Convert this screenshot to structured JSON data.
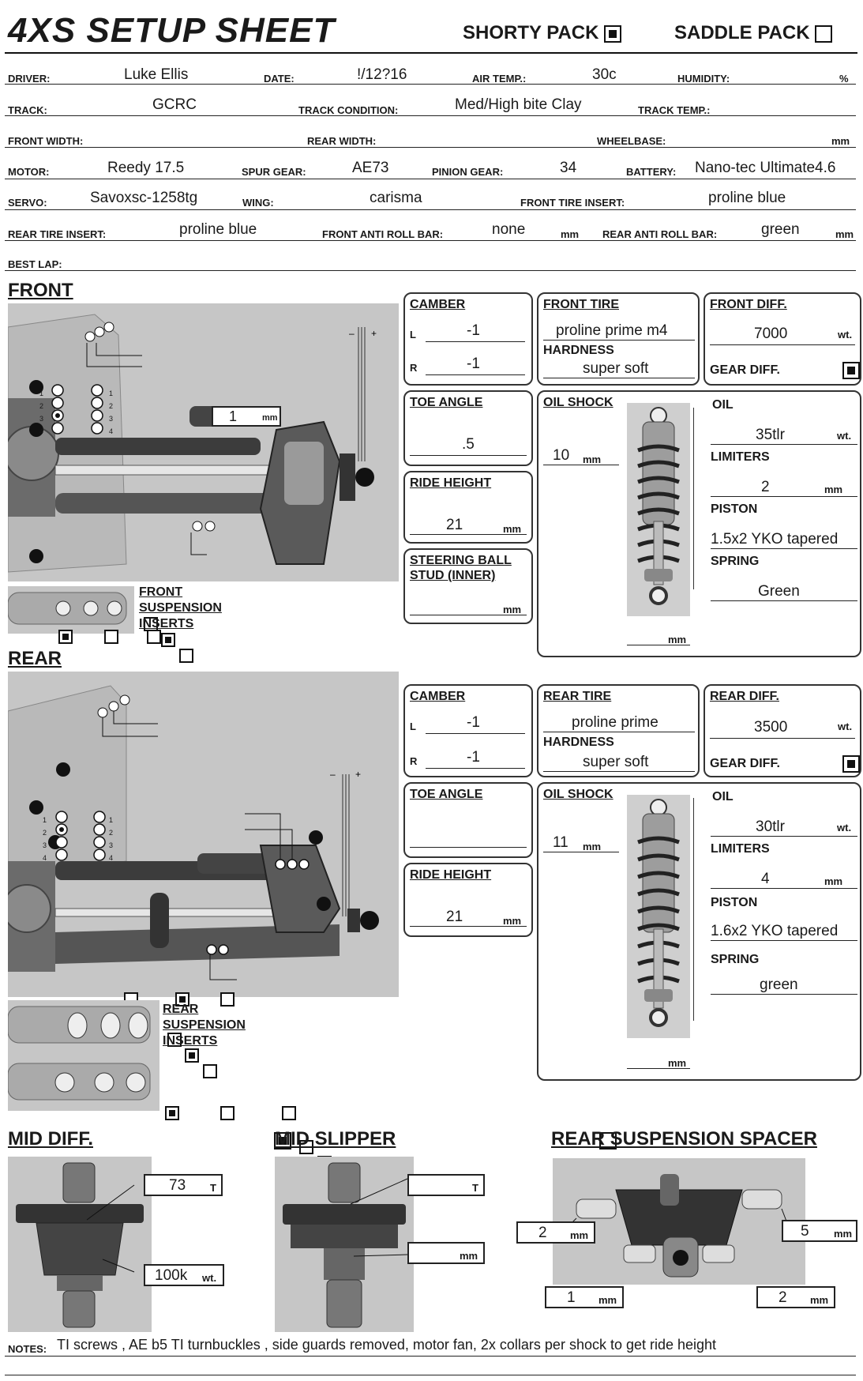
{
  "header": {
    "title": "4XS SETUP SHEET",
    "shorty_pack": {
      "label": "SHORTY PACK",
      "checked": true
    },
    "saddle_pack": {
      "label": "SADDLE PACK",
      "checked": false
    }
  },
  "info": {
    "driver": {
      "label": "DRIVER:",
      "value": "Luke Ellis"
    },
    "date": {
      "label": "DATE:",
      "value": "!/12?16"
    },
    "air_temp": {
      "label": "AIR TEMP.:",
      "value": "30c"
    },
    "humidity": {
      "label": "HUMIDITY:",
      "value": "",
      "unit": "%"
    },
    "track": {
      "label": "TRACK:",
      "value": "GCRC"
    },
    "track_condition": {
      "label": "TRACK CONDITION:",
      "value": "Med/High bite Clay"
    },
    "track_temp": {
      "label": "TRACK TEMP.:",
      "value": ""
    },
    "front_width": {
      "label": "FRONT WIDTH:",
      "value": ""
    },
    "rear_width": {
      "label": "REAR WIDTH:",
      "value": ""
    },
    "wheelbase": {
      "label": "WHEELBASE:",
      "value": "",
      "unit": "mm"
    },
    "motor": {
      "label": "MOTOR:",
      "value": "Reedy 17.5"
    },
    "spur_gear": {
      "label": "SPUR GEAR:",
      "value": "AE73"
    },
    "pinion_gear": {
      "label": "PINION GEAR:",
      "value": "34"
    },
    "battery": {
      "label": "BATTERY:",
      "value": "Nano-tec Ultimate4.6"
    },
    "servo": {
      "label": "SERVO:",
      "value": "Savoxsc-1258tg"
    },
    "wing": {
      "label": "WING:",
      "value": "carisma"
    },
    "front_tire_insert": {
      "label": "FRONT TIRE INSERT:",
      "value": "proline blue"
    },
    "rear_tire_insert": {
      "label": "REAR TIRE INSERT:",
      "value": "proline blue"
    },
    "front_anti_roll_bar": {
      "label": "FRONT ANTI ROLL BAR:",
      "value": "none",
      "unit": "mm"
    },
    "rear_anti_roll_bar": {
      "label": "REAR ANTI ROLL BAR:",
      "value": "green",
      "unit": "mm"
    },
    "best_lap": {
      "label": "BEST LAP:",
      "value": ""
    }
  },
  "front": {
    "section_title": "FRONT",
    "diagram_gap": {
      "value": "1",
      "unit": "mm"
    },
    "ballstud_numbers": [
      "1",
      "2",
      "3",
      "4"
    ],
    "suspension_inserts_label": [
      "FRONT",
      "SUSPENSION",
      "INSERTS"
    ],
    "camber": {
      "title": "CAMBER",
      "l_label": "L",
      "l_value": "-1",
      "r_label": "R",
      "r_value": "-1"
    },
    "tire": {
      "title": "FRONT TIRE",
      "value": "proline prime m4",
      "hardness_label": "HARDNESS",
      "hardness": "super soft"
    },
    "diff": {
      "title": "FRONT DIFF.",
      "value": "7000",
      "unit": "wt.",
      "gear_diff_label": "GEAR DIFF.",
      "gear_diff_checked": true
    },
    "toe": {
      "title": "TOE ANGLE",
      "value": ".5"
    },
    "ride_height": {
      "title": "RIDE HEIGHT",
      "value": "21",
      "unit": "mm"
    },
    "steering_ball": {
      "title_line1": "STEERING BALL",
      "title_line2": "STUD (INNER)",
      "value": "",
      "unit": "mm"
    },
    "shock": {
      "title": "OIL SHOCK",
      "spacer": "10",
      "spacer_unit": "mm",
      "bottom_unit": "mm",
      "oil_label": "OIL",
      "oil": "35tlr",
      "oil_unit": "wt.",
      "limiters_label": "LIMITERS",
      "limiters": "2",
      "limiters_unit": "mm",
      "piston_label": "PISTON",
      "piston": "1.5x2 YKO tapered",
      "spring_label": "SPRING",
      "spring": "Green"
    }
  },
  "rear": {
    "section_title": "REAR",
    "ballstud_numbers": [
      "1",
      "2",
      "3",
      "4"
    ],
    "suspension_inserts_label": [
      "REAR",
      "SUSPENSION",
      "INSERTS"
    ],
    "camber": {
      "title": "CAMBER",
      "l_label": "L",
      "l_value": "-1",
      "r_label": "R",
      "r_value": "-1"
    },
    "tire": {
      "title": "REAR TIRE",
      "value": "proline prime",
      "hardness_label": "HARDNESS",
      "hardness": "super soft"
    },
    "diff": {
      "title": "REAR DIFF.",
      "value": "3500",
      "unit": "wt.",
      "gear_diff_label": "GEAR DIFF.",
      "gear_diff_checked": true
    },
    "toe": {
      "title": "TOE ANGLE",
      "value": ""
    },
    "ride_height": {
      "title": "RIDE HEIGHT",
      "value": "21",
      "unit": "mm"
    },
    "shock": {
      "title": "OIL SHOCK",
      "spacer": "11",
      "spacer_unit": "mm",
      "bottom_unit": "mm",
      "oil_label": "OIL",
      "oil": "30tlr",
      "oil_unit": "wt.",
      "limiters_label": "LIMITERS",
      "limiters": "4",
      "limiters_unit": "mm",
      "piston_label": "PISTON",
      "piston": "1.6x2 YKO tapered",
      "spring_label": "SPRING",
      "spring": "green"
    }
  },
  "mid_diff": {
    "title": "MID DIFF.",
    "checked": true,
    "spur": "73",
    "spur_unit": "T",
    "oil": "100k",
    "oil_unit": "wt."
  },
  "mid_slipper": {
    "title": "MID SLIPPER",
    "checked": false,
    "spur": "",
    "spur_unit": "T",
    "gap": "",
    "gap_unit": "mm"
  },
  "rear_spacer": {
    "title": "REAR SUSPENSION SPACER",
    "left_top": "2",
    "right_top": "5",
    "left_bottom": "1",
    "right_bottom": "2",
    "unit": "mm"
  },
  "notes": {
    "label": "NOTES:",
    "value": "TI screws , AE b5 TI turnbuckles , side guards removed, motor fan, 2x collars per shock to get ride height"
  }
}
